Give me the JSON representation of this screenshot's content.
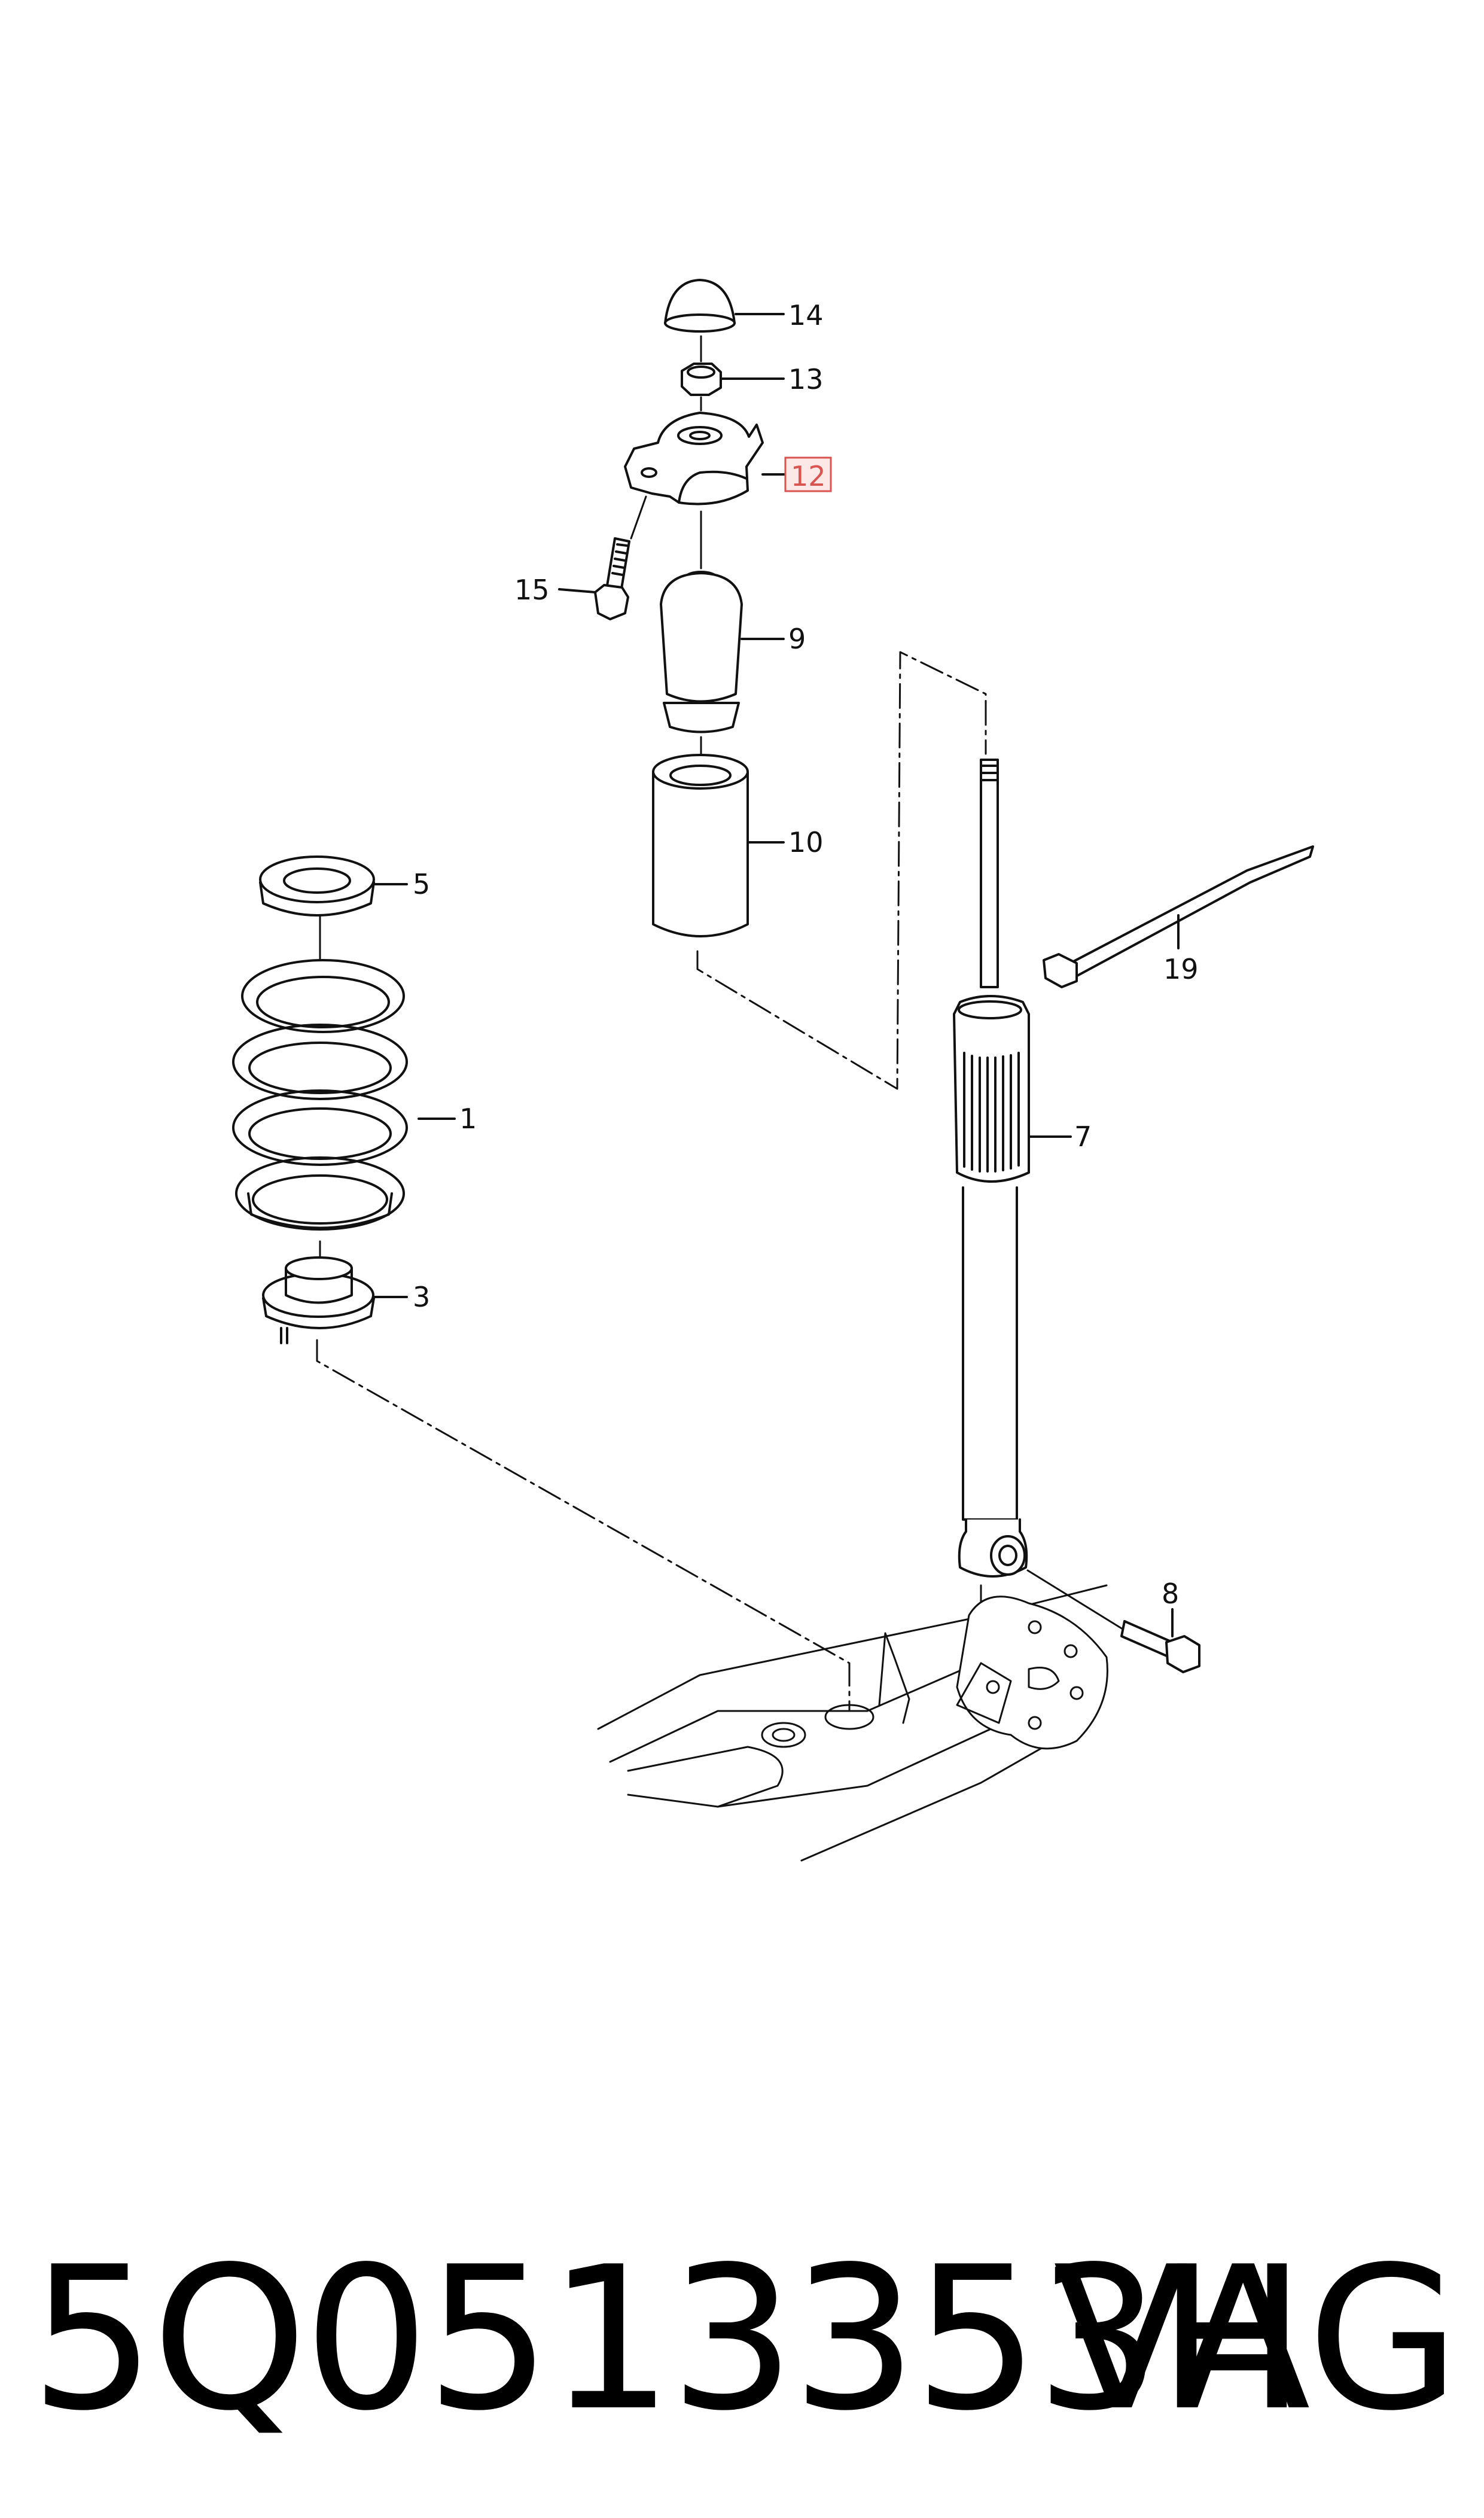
{
  "diagram": {
    "callouts": [
      {
        "id": "14",
        "text": "14",
        "highlighted": false
      },
      {
        "id": "13",
        "text": "13",
        "highlighted": false
      },
      {
        "id": "12",
        "text": "12",
        "highlighted": true
      },
      {
        "id": "15",
        "text": "15",
        "highlighted": false
      },
      {
        "id": "9",
        "text": "9",
        "highlighted": false
      },
      {
        "id": "10",
        "text": "10",
        "highlighted": false
      },
      {
        "id": "5",
        "text": "5",
        "highlighted": false
      },
      {
        "id": "1",
        "text": "1",
        "highlighted": false
      },
      {
        "id": "3",
        "text": "3",
        "highlighted": false
      },
      {
        "id": "19",
        "text": "19",
        "highlighted": false
      },
      {
        "id": "7",
        "text": "7",
        "highlighted": false
      },
      {
        "id": "8",
        "text": "8",
        "highlighted": false
      }
    ],
    "highlight_color": "#d9534f",
    "line_color": "#111111"
  },
  "footer": {
    "part_number": "5Q0513353H",
    "brand": "VAG"
  }
}
